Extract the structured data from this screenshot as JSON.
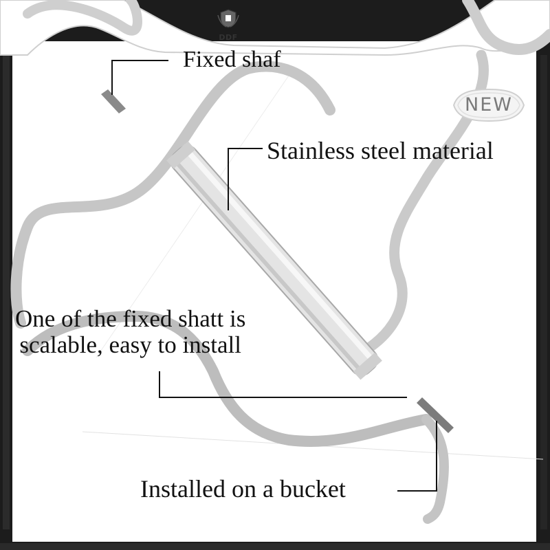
{
  "brand": {
    "logo_text": "DDF",
    "logo_icon": "shield-crest-icon"
  },
  "badge": {
    "text": "NEW"
  },
  "labels": {
    "fixed_shaft": "Fixed shaf",
    "stainless": "Stainless steel material",
    "scalable_line1": "One of the fixed shatt is",
    "scalable_line2": "scalable, easy to install",
    "bucket": "Installed on a bucket"
  },
  "colors": {
    "frame": "#1a1a1a",
    "panel": "#ffffff",
    "ribbon": "#bdbdbd",
    "roller": "#dcdcdc",
    "leader": "#111111"
  }
}
